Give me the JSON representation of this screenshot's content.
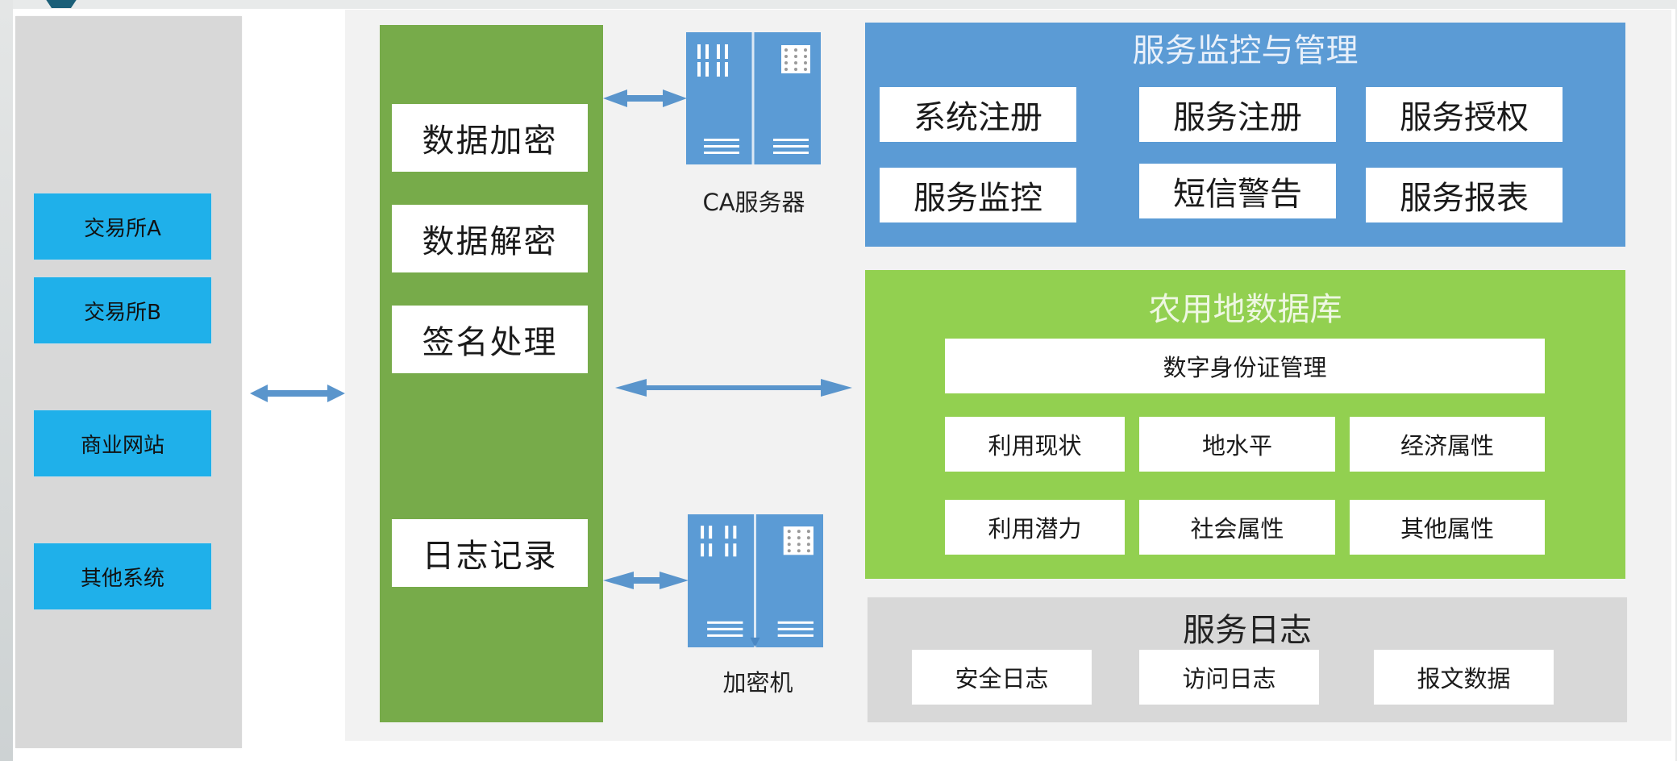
{
  "clients": {
    "items": [
      {
        "label": "交易所A"
      },
      {
        "label": "交易所B"
      },
      {
        "label": "商业网站"
      },
      {
        "label": "其他系统"
      }
    ]
  },
  "crypto_service": {
    "items": [
      {
        "label": "数据加密"
      },
      {
        "label": "数据解密"
      },
      {
        "label": "签名处理"
      },
      {
        "label": "日志记录"
      }
    ]
  },
  "servers": {
    "ca": {
      "label": "CA服务器",
      "icon": "server-rack-icon"
    },
    "encryptor": {
      "label": "加密机",
      "icon": "server-rack-icon"
    }
  },
  "management": {
    "title": "服务监控与管理",
    "items": [
      {
        "label": "系统注册"
      },
      {
        "label": "服务注册"
      },
      {
        "label": "服务授权"
      },
      {
        "label": "服务监控"
      },
      {
        "label": "短信警告"
      },
      {
        "label": "服务报表"
      }
    ]
  },
  "database": {
    "title": "农用地数据库",
    "header_item": {
      "label": "数字身份证管理"
    },
    "items": [
      {
        "label": "利用现状"
      },
      {
        "label": "地水平"
      },
      {
        "label": "经济属性"
      },
      {
        "label": "利用潜力"
      },
      {
        "label": "社会属性"
      },
      {
        "label": "其他属性"
      }
    ]
  },
  "service_log": {
    "title": "服务日志",
    "items": [
      {
        "label": "安全日志"
      },
      {
        "label": "访问日志"
      },
      {
        "label": "报文数据"
      }
    ]
  },
  "colors": {
    "client_box": "#1fb0ea",
    "crypto_column": "#77ab4a",
    "management_panel": "#5b9bd5",
    "database_panel": "#92d050",
    "log_panel": "#d8d8d8",
    "arrow": "#5a95cc",
    "server": "#5b9bd5"
  }
}
